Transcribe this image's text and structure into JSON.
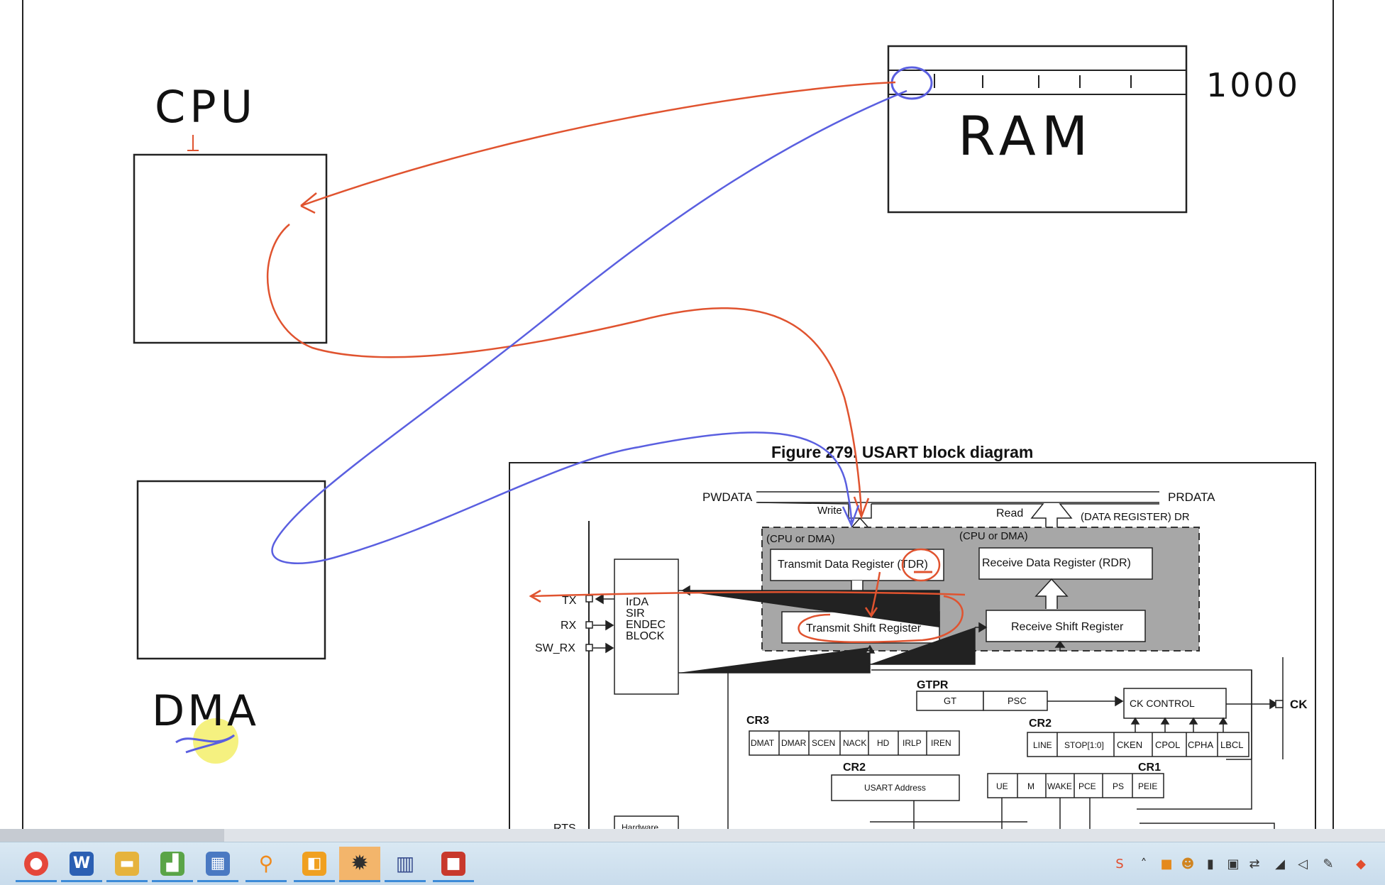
{
  "whiteboard": {
    "labels": {
      "cpu": "CPU",
      "ram": "RAM",
      "ram_address": "1000",
      "dma": "DMA"
    },
    "ink_colors": {
      "red": "#e0532f",
      "blue": "#5a5fe0",
      "black": "#111111",
      "highlighter": "#f3ef6a"
    }
  },
  "figure": {
    "title": "Figure 279. USART block diagram",
    "pwdata": "PWDATA",
    "prdata": "PRDATA",
    "write": "Write",
    "read": "Read",
    "dr": "(DATA REGISTER) DR",
    "cpu_or_dma_left": "(CPU or DMA)",
    "cpu_or_dma_right": "(CPU or DMA)",
    "tdr": "Transmit Data Register (TDR)",
    "rdr": "Receive Data Register (RDR)",
    "tsr": "Transmit Shift Register",
    "rsr": "Receive Shift Register",
    "irda": [
      "IrDA",
      "SIR",
      "ENDEC",
      "BLOCK"
    ],
    "pins": {
      "tx": "TX",
      "rx": "RX",
      "sw_rx": "SW_RX",
      "rts": "RTS",
      "ck": "CK"
    },
    "gtpr": {
      "label": "GTPR",
      "fields": [
        "GT",
        "PSC"
      ]
    },
    "ck_control": "CK CONTROL",
    "cr3": {
      "label": "CR3",
      "fields": [
        "DMAT",
        "DMAR",
        "SCEN",
        "NACK",
        "HD",
        "IRLP",
        "IREN"
      ]
    },
    "cr2_top": {
      "label": "CR2",
      "fields": [
        "LINE",
        "STOP[1:0]",
        "CKEN",
        "CPOL",
        "CPHA",
        "LBCL"
      ]
    },
    "cr2_addr": {
      "label": "CR2",
      "fields": [
        "USART Address"
      ]
    },
    "cr1": {
      "label": "CR1",
      "fields": [
        "UE",
        "M",
        "WAKE",
        "PCE",
        "PS",
        "PEIE"
      ]
    },
    "bottom_box": "Hardware"
  },
  "progress": {
    "played_fraction": 0.162
  },
  "taskbar": {
    "apps": [
      {
        "icon": "chrome-icon",
        "color": "#e5473a"
      },
      {
        "icon": "word-icon",
        "color": "#2b5fb3"
      },
      {
        "icon": "folder-icon",
        "color": "#e6b33d"
      },
      {
        "icon": "chart-app-icon",
        "color": "#5aa447"
      },
      {
        "icon": "calculator-icon",
        "color": "#4a79c2"
      },
      {
        "icon": "search-tool-icon",
        "color": "#f08a1c"
      },
      {
        "icon": "presentation-icon",
        "color": "#f0a020"
      },
      {
        "icon": "gear-bug-icon",
        "color": "#2f2f2f"
      },
      {
        "icon": "books-icon",
        "color": "#3a4f8f"
      },
      {
        "icon": "video-recorder-icon",
        "color": "#c8382c"
      }
    ],
    "tray_icons": [
      "input-method-icon",
      "chevron-up-icon",
      "app-tray-icon",
      "user-tray-icon",
      "microphone-icon",
      "screen-icon",
      "sync-icon",
      "network-icon",
      "volume-icon",
      "pen-icon",
      "notification-icon"
    ]
  }
}
